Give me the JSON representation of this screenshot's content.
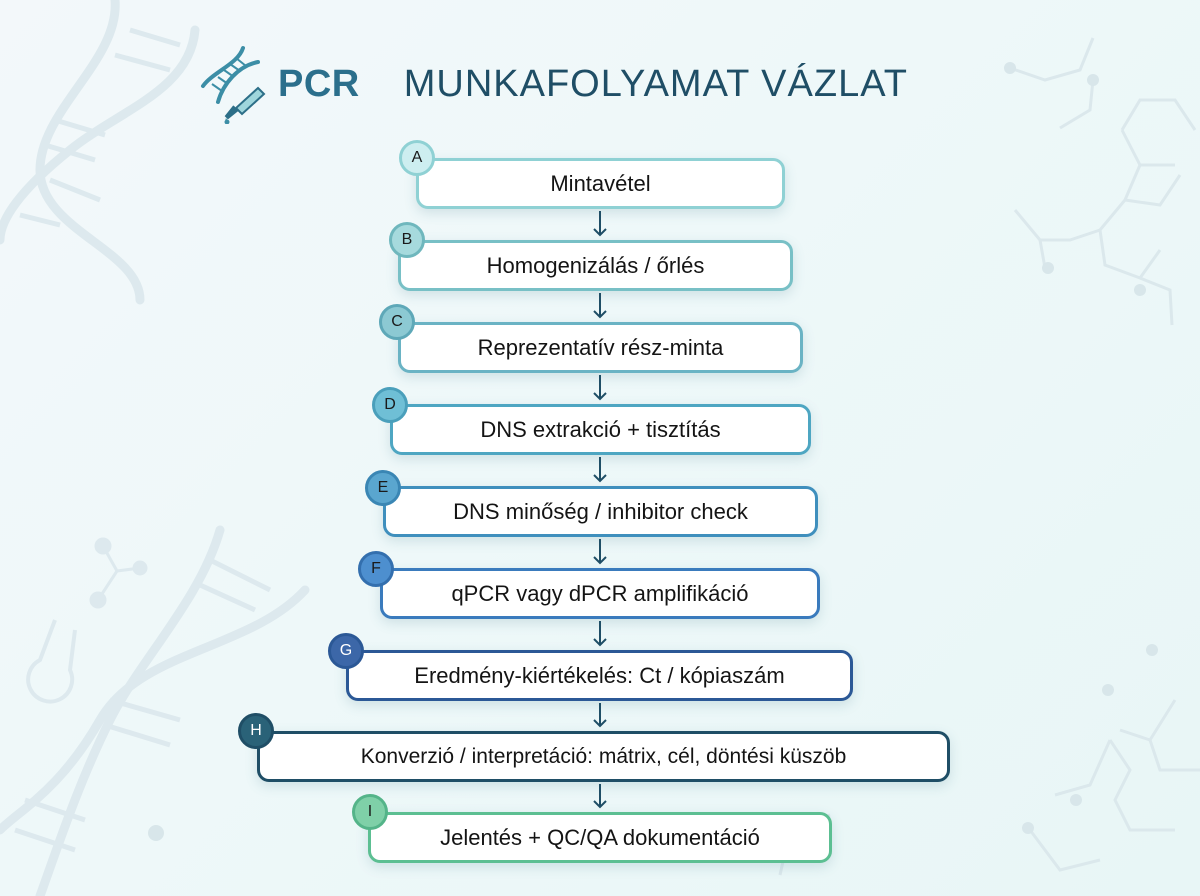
{
  "header": {
    "logo_icon": "dna-pipette-icon",
    "brand": "PCR",
    "title": "MUNKAFOLYAMAT VÁZLAT"
  },
  "colors": {
    "brand": "#2b6f8c",
    "title": "#1f4e66",
    "background": "#eef8f9"
  },
  "steps": [
    {
      "letter": "A",
      "label": "Mintavétel",
      "border": "#8fd1d4",
      "badge_fill": "#cdeef0",
      "badge_border": "#8fd1d4",
      "badge_text": "#1a1a1a"
    },
    {
      "letter": "B",
      "label": "Homogenizálás / őrlés",
      "border": "#78c0c6",
      "badge_fill": "#a6dadd",
      "badge_border": "#6fb7bd",
      "badge_text": "#1a1a1a"
    },
    {
      "letter": "C",
      "label": "Reprezentatív rész-minta",
      "border": "#6ab3c4",
      "badge_fill": "#8cc9d3",
      "badge_border": "#5ea8b8",
      "badge_text": "#1a1a1a"
    },
    {
      "letter": "D",
      "label": "DNS extrakció + tisztítás",
      "border": "#4ea6c2",
      "badge_fill": "#6fbfd6",
      "badge_border": "#4a9fbb",
      "badge_text": "#1a1a1a"
    },
    {
      "letter": "E",
      "label": "DNS minőség / inhibitor check",
      "border": "#3f8fbd",
      "badge_fill": "#5aa6cf",
      "badge_border": "#3a86b4",
      "badge_text": "#1a1a1a"
    },
    {
      "letter": "F",
      "label": "qPCR vagy dPCR amplifikáció",
      "border": "#3a7bbd",
      "badge_fill": "#4d8fcf",
      "badge_border": "#336fae",
      "badge_text": "#1a1a1a"
    },
    {
      "letter": "G",
      "label": "Eredmény-kiértékelés: Ct / kópiaszám",
      "border": "#2b5896",
      "badge_fill": "#3c67a8",
      "badge_border": "#2b5896",
      "badge_text": "#ffffff"
    },
    {
      "letter": "H",
      "label": "Konverzió / interpretáció: mátrix, cél, döntési küszöb",
      "border": "#1f4e66",
      "badge_fill": "#2a6278",
      "badge_border": "#1f4e66",
      "badge_text": "#ffffff"
    },
    {
      "letter": "I",
      "label": "Jelentés + QC/QA dokumentáció",
      "border": "#5cbf92",
      "badge_fill": "#7fd0a8",
      "badge_border": "#54b489",
      "badge_text": "#1a1a1a"
    }
  ],
  "arrow_color": "#1f4e66"
}
